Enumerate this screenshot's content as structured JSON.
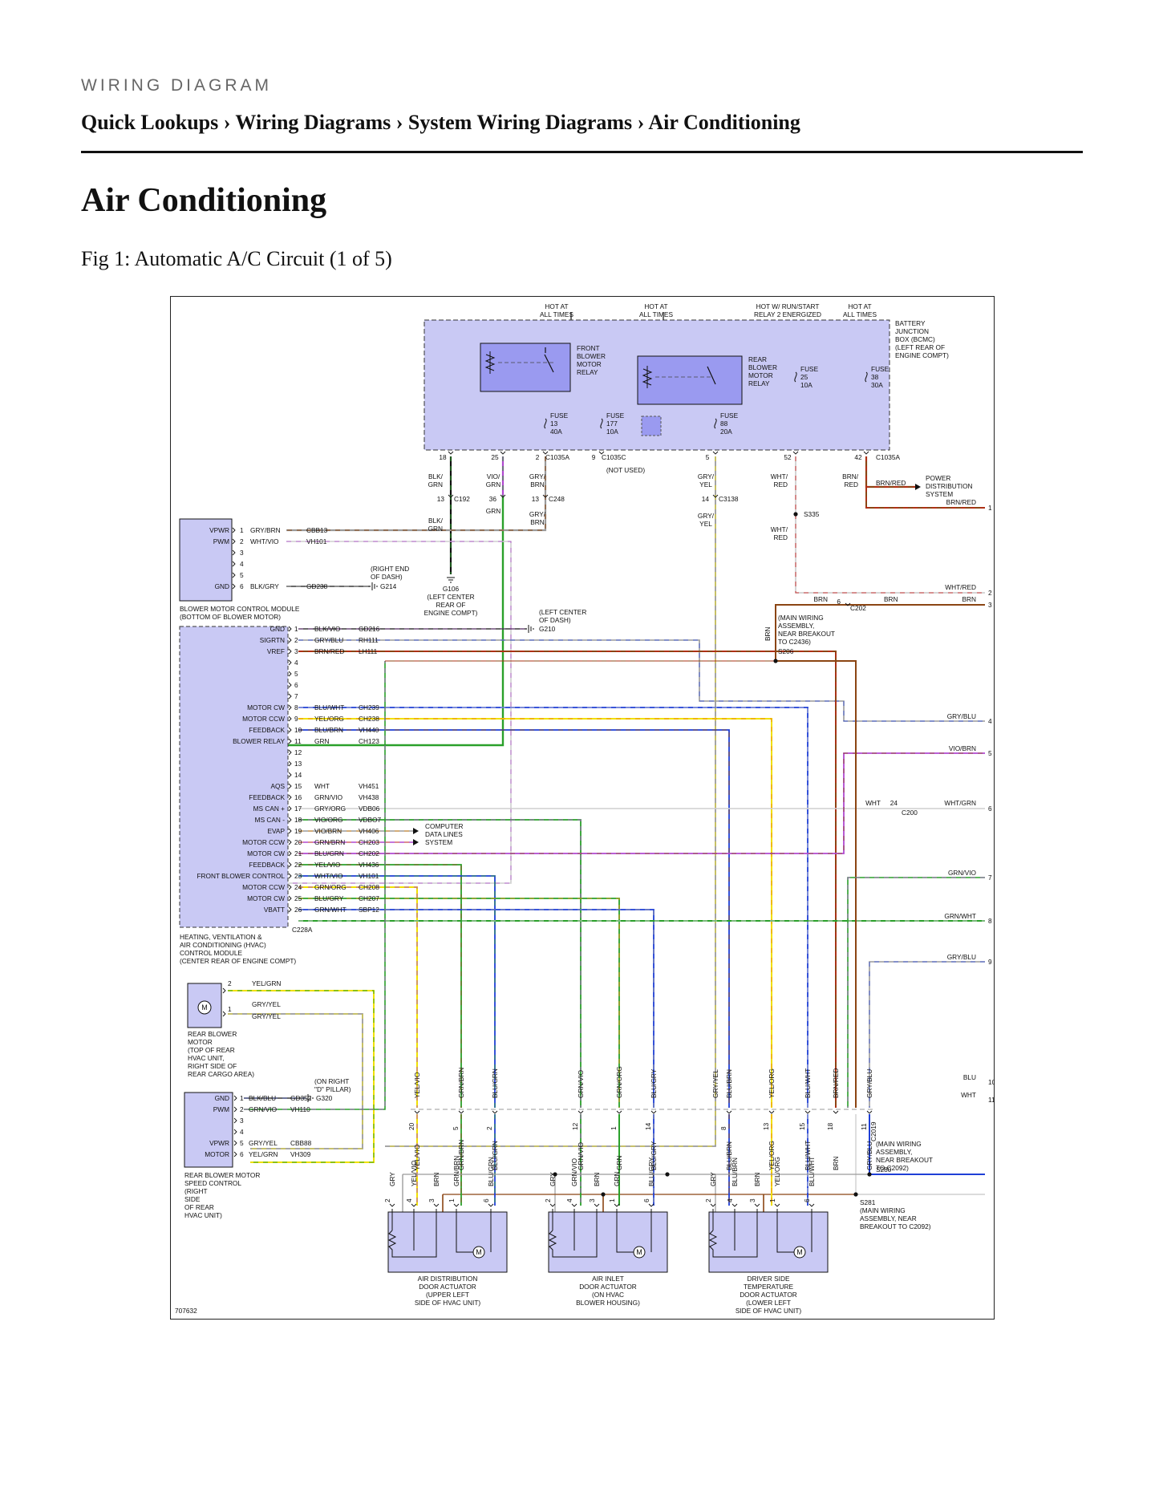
{
  "header": {
    "kicker": "WIRING DIAGRAM",
    "breadcrumb": "Quick Lookups › Wiring Diagrams › System Wiring Diagrams › Air Conditioning",
    "title": "Air Conditioning",
    "figure_caption": "Fig 1: Automatic A/C Circuit (1 of 5)"
  },
  "diagram": {
    "figure_number": "707632",
    "top_labels": [
      "HOT AT ALL TIMES",
      "HOT AT ALL TIMES",
      "HOT W/ RUN/START RELAY 2 ENERGIZED",
      "HOT AT ALL TIMES"
    ],
    "bjb_label": "BATTERY JUNCTION BOX (BCMC) (LEFT REAR OF ENGINE COMPT)",
    "front_relay_label": "FRONT BLOWER MOTOR RELAY",
    "rear_relay_label": "REAR BLOWER MOTOR RELAY",
    "fuses": [
      {
        "name": "FUSE",
        "num": "25",
        "amp": "10A"
      },
      {
        "name": "FUSE",
        "num": "38",
        "amp": "30A"
      },
      {
        "name": "FUSE",
        "num": "13",
        "amp": "40A"
      },
      {
        "name": "FUSE",
        "num": "177",
        "amp": "10A"
      },
      {
        "name": "FUSE",
        "num": "88",
        "amp": "20A"
      }
    ],
    "connectors": [
      "C1035A",
      "C1035C",
      "C1035A",
      "C192",
      "C248",
      "C3138",
      "C202",
      "C200",
      "C228A",
      "C2019"
    ],
    "not_used": "(NOT USED)",
    "splices": [
      {
        "id": "S335",
        "desc": ""
      },
      {
        "id": "S206",
        "desc": "(MAIN WIRING ASSEMBLY, NEAR BREAKOUT TO C2436)"
      },
      {
        "id": "S280",
        "desc": "(MAIN WIRING ASSEMBLY, NEAR BREAKOUT TO C2092)"
      },
      {
        "id": "S281",
        "desc": "(MAIN WIRING ASSEMBLY, NEAR BREAKOUT TO C2092)"
      }
    ],
    "grounds": [
      {
        "id": "G214",
        "desc": "(RIGHT END OF DASH)"
      },
      {
        "id": "G106",
        "desc": "(LEFT CENTER REAR OF ENGINE COMPT)"
      },
      {
        "id": "G210",
        "desc": "(LEFT CENTER OF DASH)"
      },
      {
        "id": "G320",
        "desc": "(ON RIGHT \"D\" PILLAR)"
      }
    ],
    "power_dist": "POWER DISTRIBUTION SYSTEM",
    "computer_data": "COMPUTER DATA LINES SYSTEM",
    "blower_module": {
      "label": "BLOWER MOTOR CONTROL MODULE (BOTTOM OF BLOWER MOTOR)",
      "pins": [
        {
          "pin": "1",
          "name": "VPWR",
          "color": "GRY/BRN",
          "circuit": "CBB13"
        },
        {
          "pin": "2",
          "name": "PWM",
          "color": "WHT/VIO",
          "circuit": "VH101"
        },
        {
          "pin": "3",
          "name": "",
          "color": "",
          "circuit": ""
        },
        {
          "pin": "4",
          "name": "",
          "color": "",
          "circuit": ""
        },
        {
          "pin": "5",
          "name": "",
          "color": "",
          "circuit": ""
        },
        {
          "pin": "6",
          "name": "GND",
          "color": "BLK/GRY",
          "circuit": "GD238"
        }
      ]
    },
    "hvac_module": {
      "label": "HEATING, VENTILATION & AIR CONDITIONING (HVAC) CONTROL MODULE (CENTER REAR OF ENGINE COMPT)",
      "pins": [
        {
          "pin": "1",
          "name": "GND",
          "color": "BLK/VIO",
          "circuit": "GD216"
        },
        {
          "pin": "2",
          "name": "SIGRTN",
          "color": "GRY/BLU",
          "circuit": "RH111"
        },
        {
          "pin": "3",
          "name": "VREF",
          "color": "BRN/RED",
          "circuit": "LH111"
        },
        {
          "pin": "4",
          "name": "",
          "color": "",
          "circuit": ""
        },
        {
          "pin": "5",
          "name": "",
          "color": "",
          "circuit": ""
        },
        {
          "pin": "6",
          "name": "",
          "color": "",
          "circuit": ""
        },
        {
          "pin": "7",
          "name": "",
          "color": "",
          "circuit": ""
        },
        {
          "pin": "8",
          "name": "MOTOR CW",
          "color": "BLU/WHT",
          "circuit": "CH239"
        },
        {
          "pin": "9",
          "name": "MOTOR CCW",
          "color": "YEL/ORG",
          "circuit": "CH238"
        },
        {
          "pin": "10",
          "name": "FEEDBACK",
          "color": "BLU/BRN",
          "circuit": "VH440"
        },
        {
          "pin": "11",
          "name": "BLOWER RELAY",
          "color": "GRN",
          "circuit": "CH123"
        },
        {
          "pin": "12",
          "name": "",
          "color": "",
          "circuit": ""
        },
        {
          "pin": "13",
          "name": "",
          "color": "",
          "circuit": ""
        },
        {
          "pin": "14",
          "name": "",
          "color": "",
          "circuit": ""
        },
        {
          "pin": "15",
          "name": "AQS",
          "color": "WHT",
          "circuit": "VH451"
        },
        {
          "pin": "16",
          "name": "FEEDBACK",
          "color": "GRN/VIO",
          "circuit": "VH438"
        },
        {
          "pin": "17",
          "name": "MS CAN +",
          "color": "GRY/ORG",
          "circuit": "VDB06"
        },
        {
          "pin": "18",
          "name": "MS CAN -",
          "color": "VIO/ORG",
          "circuit": "VDBO7"
        },
        {
          "pin": "19",
          "name": "EVAP",
          "color": "VIO/BRN",
          "circuit": "VH406"
        },
        {
          "pin": "20",
          "name": "MOTOR CCW",
          "color": "GRN/BRN",
          "circuit": "CH203"
        },
        {
          "pin": "21",
          "name": "MOTOR CW",
          "color": "BLU/GRN",
          "circuit": "CH202"
        },
        {
          "pin": "22",
          "name": "FEEDBACK",
          "color": "YEL/VIO",
          "circuit": "VH436"
        },
        {
          "pin": "23",
          "name": "FRONT BLOWER CONTROL",
          "color": "WHT/VIO",
          "circuit": "VH101"
        },
        {
          "pin": "24",
          "name": "MOTOR CCW",
          "color": "GRN/ORG",
          "circuit": "CH208"
        },
        {
          "pin": "25",
          "name": "MOTOR CW",
          "color": "BLU/GRY",
          "circuit": "CH207"
        },
        {
          "pin": "26",
          "name": "VBATT",
          "color": "GRN/WHT",
          "circuit": "SBP12"
        }
      ]
    },
    "rear_blower_motor": "REAR BLOWER MOTOR (TOP OF REAR HVAC UNIT, RIGHT SIDE OF REAR CARGO AREA)",
    "rear_speed_control": {
      "label": "REAR BLOWER MOTOR SPEED CONTROL (RIGHT SIDE OF REAR HVAC UNIT)",
      "pins": [
        {
          "pin": "1",
          "name": "GND",
          "color": "BLK/BLU",
          "circuit": "GD352"
        },
        {
          "pin": "2",
          "name": "PWM",
          "color": "GRN/VIO",
          "circuit": "VH110"
        },
        {
          "pin": "3",
          "name": "",
          "color": "",
          "circuit": ""
        },
        {
          "pin": "4",
          "name": "",
          "color": "",
          "circuit": ""
        },
        {
          "pin": "5",
          "name": "VPWR",
          "color": "GRY/YEL",
          "circuit": "CBB88"
        },
        {
          "pin": "6",
          "name": "MOTOR",
          "color": "YEL/GRN",
          "circuit": "VH309"
        }
      ]
    },
    "actuators": [
      {
        "label": "AIR DISTRIBUTION DOOR ACTUATOR (UPPER LEFT SIDE OF HVAC UNIT)",
        "wires": [
          "GRY",
          "YEL/VIO",
          "BRN",
          "GRN/BRN",
          "BLU/GRN"
        ],
        "pins": [
          "2",
          "4",
          "3",
          "1",
          "6"
        ]
      },
      {
        "label": "AIR INLET DOOR ACTUATOR (ON HVAC BLOWER HOUSING)",
        "wires": [
          "GRY",
          "GRN/VIO",
          "BRN",
          "GRN",
          "BLU/GRY"
        ],
        "pins": [
          "2",
          "4",
          "3",
          "1",
          "6"
        ]
      },
      {
        "label": "DRIVER SIDE TEMPERATURE DOOR ACTUATOR (LOWER LEFT SIDE OF HVAC UNIT)",
        "wires": [
          "GRY",
          "BLU/BRN",
          "BRN",
          "YEL/ORG",
          "BLU/WHT"
        ],
        "pins": [
          "2",
          "4",
          "3",
          "1",
          "6"
        ]
      }
    ],
    "vertical_labels_upper": [
      "YEL/VIO",
      "GRN/BRN",
      "BLU/GRN",
      "GRN/VIO",
      "GRN/ORG",
      "BLU/GRY",
      "GRY/YEL",
      "BLU/BRN",
      "YEL/ORG",
      "BLU/WHT",
      "BRN/RED",
      "GRY/BLU"
    ],
    "c2019_pins": [
      "20",
      "5",
      "2",
      "12",
      "1",
      "14",
      "8",
      "13",
      "15",
      "18",
      "11"
    ],
    "vertical_labels_lower": [
      "YEL/VIO",
      "GRN/BRN",
      "BLU/GRN",
      "GRN/VIO",
      "GRN",
      "BLU/GRY",
      "BLU/BRN",
      "YEL/ORG",
      "BLU/WHT",
      "BRN",
      "GRY/BLU"
    ],
    "outputs": [
      {
        "num": "1",
        "label": "BRN/RED"
      },
      {
        "num": "2",
        "label": "WHT/RED"
      },
      {
        "num": "3",
        "label": "BRN"
      },
      {
        "num": "4",
        "label": "GRY/BLU"
      },
      {
        "num": "5",
        "label": "VIO/BRN"
      },
      {
        "num": "6",
        "label": "WHT/GRN"
      },
      {
        "num": "7",
        "label": "GRN/VIO"
      },
      {
        "num": "8",
        "label": "GRN/WHT"
      },
      {
        "num": "9",
        "label": "GRY/BLU"
      },
      {
        "num": "10",
        "label": "BLU"
      },
      {
        "num": "11",
        "label": "WHT"
      }
    ],
    "wire_colors": {
      "GRY": "#9a9a9a",
      "BLK": "#111111",
      "BRN": "#8b4513",
      "RED": "#d11a1a",
      "GRN": "#2aa02a",
      "BLU": "#1f3fd6",
      "YEL": "#f0e000",
      "VIO": "#b048d0",
      "WHT": "#cfcfcf",
      "ORG": "#f08a00"
    }
  }
}
